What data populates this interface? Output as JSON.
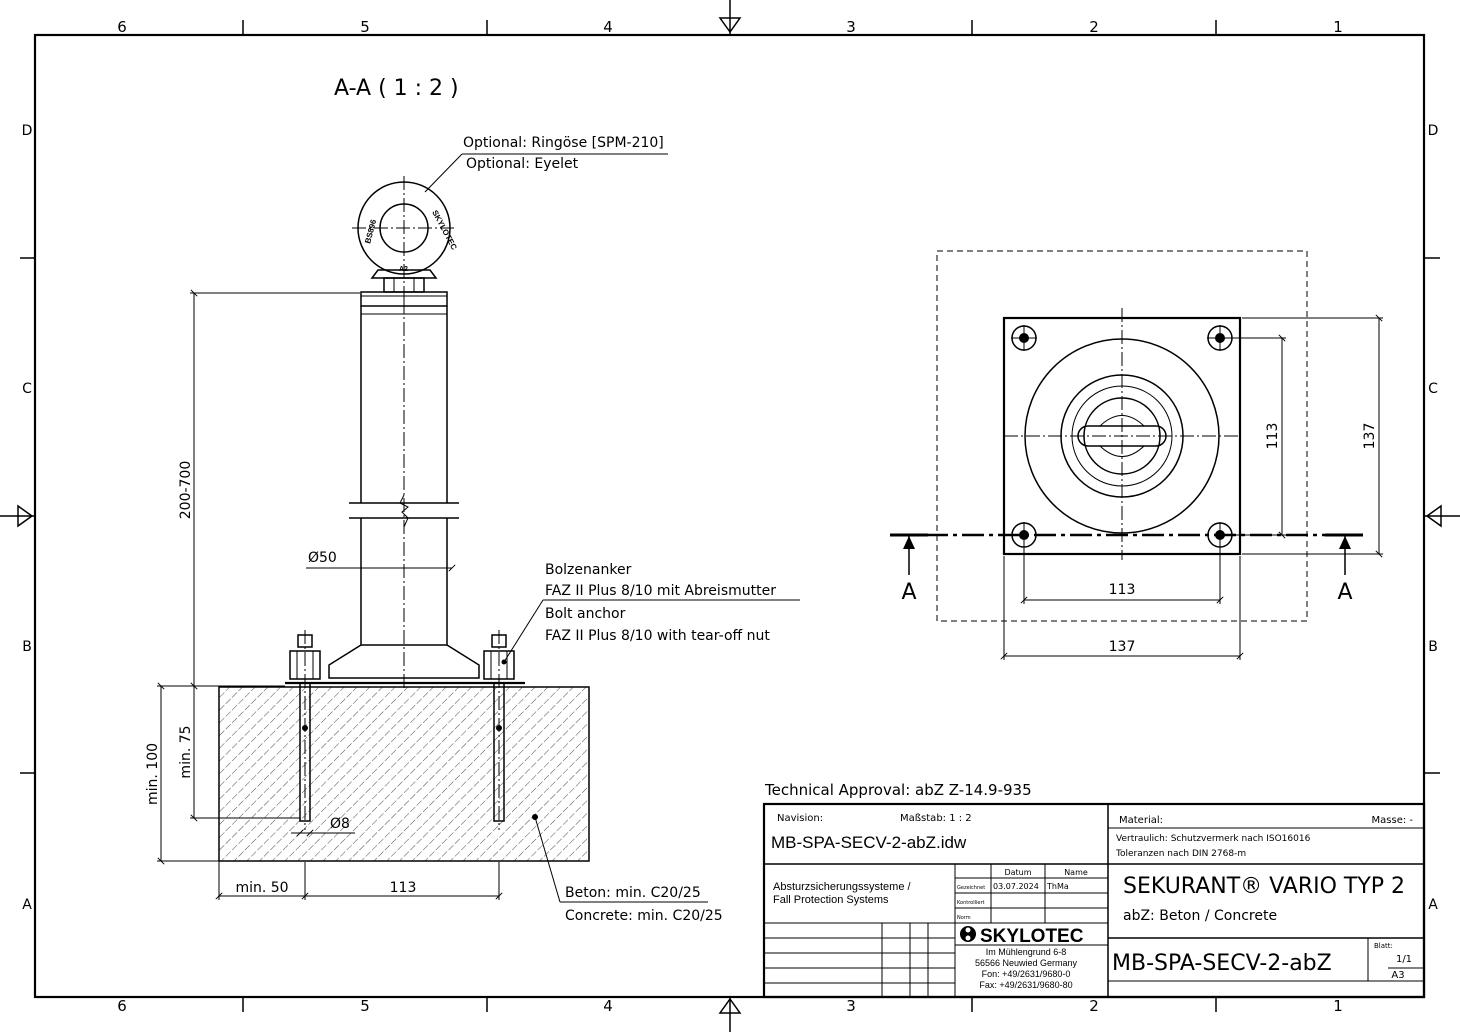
{
  "border": {
    "columns": [
      "6",
      "5",
      "4",
      "3",
      "2",
      "1"
    ],
    "rows": [
      "D",
      "C",
      "B",
      "A"
    ]
  },
  "section": {
    "title": "A-A ( 1 : 2 )",
    "eyelet_label_de": "Optional: Ringöse [SPM-210]",
    "eyelet_label_en": "Optional: Eyelet",
    "eyelet_marks": [
      "SKYLOTEC",
      "BS896",
      "A2"
    ],
    "dim_height": "200-700",
    "dim_diameter": "Ø50",
    "dim_min100": "min. 100",
    "dim_min75": "min. 75",
    "dim_bolt_dia": "Ø8",
    "dim_min50": "min. 50",
    "dim_spacing": "113",
    "anchor_de_1": "Bolzenanker",
    "anchor_de_2": "FAZ II Plus 8/10 mit Abreismutter",
    "anchor_en_1": "Bolt anchor",
    "anchor_en_2": "FAZ II Plus 8/10 with tear-off nut",
    "concrete_de": "Beton: min. C20/25",
    "concrete_en": "Concrete: min. C20/25"
  },
  "plan": {
    "section_mark_left": "A",
    "section_mark_right": "A",
    "dim_113_vertical": "113",
    "dim_137_vertical": "137",
    "dim_113_horizontal": "113",
    "dim_137_horizontal": "137"
  },
  "approval": "Technical Approval: abZ Z-14.9-935",
  "title_block": {
    "navision_label": "Navision:",
    "scale_label": "Maßstab: 1 : 2",
    "filename": "MB-SPA-SECV-2-abZ.idw",
    "company_line1": "Absturzsicherungssysteme /",
    "company_line2": "Fall Protection Systems",
    "col_datum": "Datum",
    "col_name": "Name",
    "row_gezeichnet": "Gezeichnet",
    "row_kontrolliert": "Kontrolliert",
    "row_norm": "Norm",
    "date": "03.07.2024",
    "drawn_by": "ThMa",
    "logo_text": "SKYLOTEC",
    "address_1": "Im Mühlengrund 6-8",
    "address_2": "56566 Neuwied Germany",
    "address_3": "Fon: +49/2631/9680-0",
    "address_4": "Fax: +49/2631/9680-80",
    "material_label": "Material:",
    "mass_label": "Masse: -",
    "confidential": "Vertraulich: Schutzvermerk nach ISO16016",
    "tolerances": "Toleranzen nach DIN 2768-m",
    "product_title": "SEKURANT® VARIO TYP 2",
    "product_subtitle": "abZ: Beton / Concrete",
    "drawing_number": "MB-SPA-SECV-2-abZ",
    "sheet_label": "Blatt:",
    "sheet_value": "1/1",
    "format": "A3"
  }
}
